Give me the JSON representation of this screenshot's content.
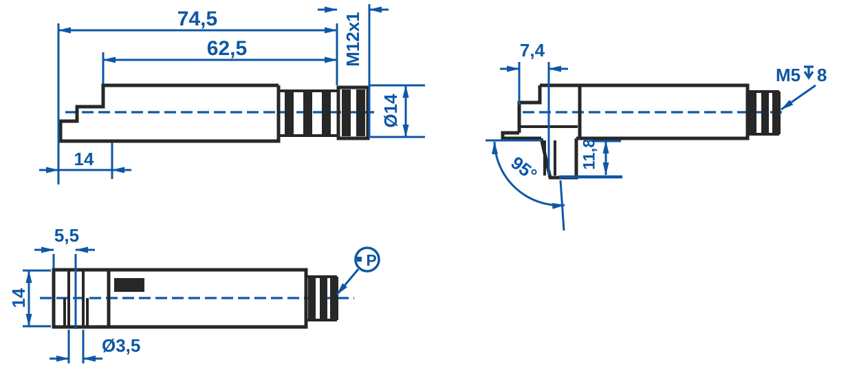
{
  "drawing": {
    "colors": {
      "line_dark": "#272727",
      "dimension_blue": "#0d57a5",
      "background": "#ffffff"
    },
    "side_view": {
      "overall_length": "74,5",
      "body_length": "62,5",
      "connector_thread": "M12x1",
      "head_length": "14",
      "connector_diameter": "Ø14"
    },
    "top_view": {
      "face_to_hole": "7,4",
      "mounting_thread_prefix": "M5",
      "mounting_thread_depth": "8",
      "foot_height": "11,8",
      "nose_angle": "95°"
    },
    "bottom_view": {
      "face_to_hole": "5,5",
      "body_width": "14",
      "hole_diameter": "Ø3,5",
      "detail_marker": "P"
    }
  }
}
